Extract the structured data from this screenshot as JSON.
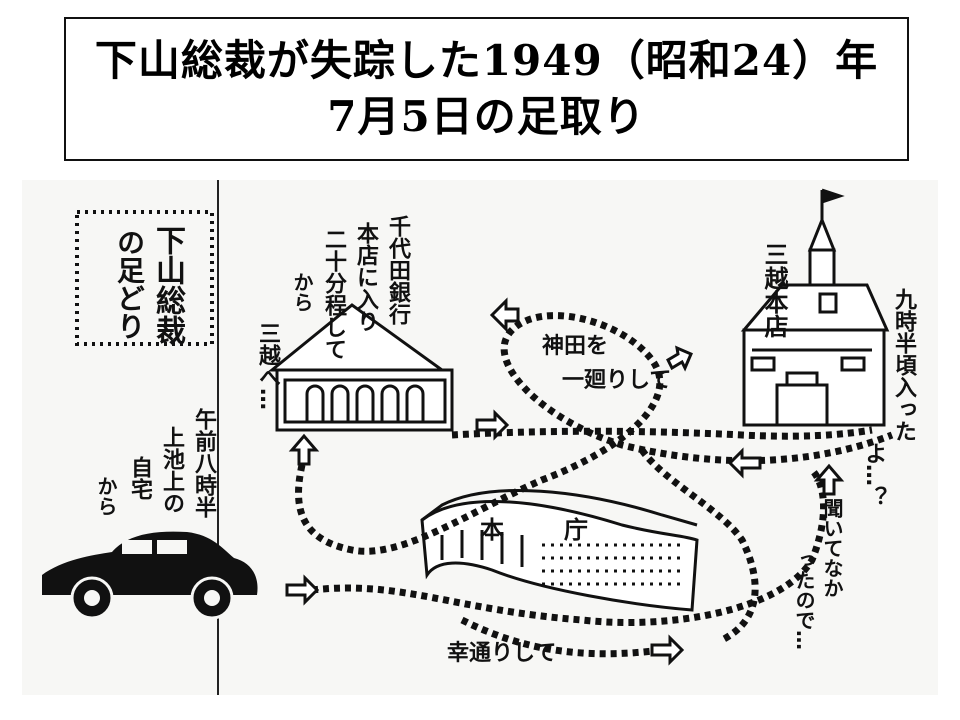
{
  "title": {
    "line1": "下山総裁が失踪した1949（昭和24）年",
    "line2": "7月5日の足取り"
  },
  "map": {
    "legend_box": {
      "col1": "下山総裁",
      "col2": "の足どり"
    },
    "bank_label": "千代田銀行",
    "bank_note_col1": "本店に入り",
    "bank_note_col2": "二十分程して",
    "bank_note_col3": "から",
    "to_mitsukoshi_label": "三越へ…",
    "home_col1": "午前八時半",
    "home_col2": "上池上の",
    "home_col3": "自宅",
    "home_col4": "から",
    "kanda_line1": "神田を",
    "kanda_line2": "一廻りして",
    "mitsukoshi_label": "三越本店",
    "arrival_col1": "九時半頃入った",
    "arrival_col2": "よ…？",
    "question_col1": "聞いてなか",
    "question_col2": "ったので…",
    "honcho_label": "本庁",
    "saiwai_label": "幸通りして",
    "colors": {
      "ink": "#111111",
      "paper": "#f7f7f5",
      "border": "#111111"
    }
  }
}
